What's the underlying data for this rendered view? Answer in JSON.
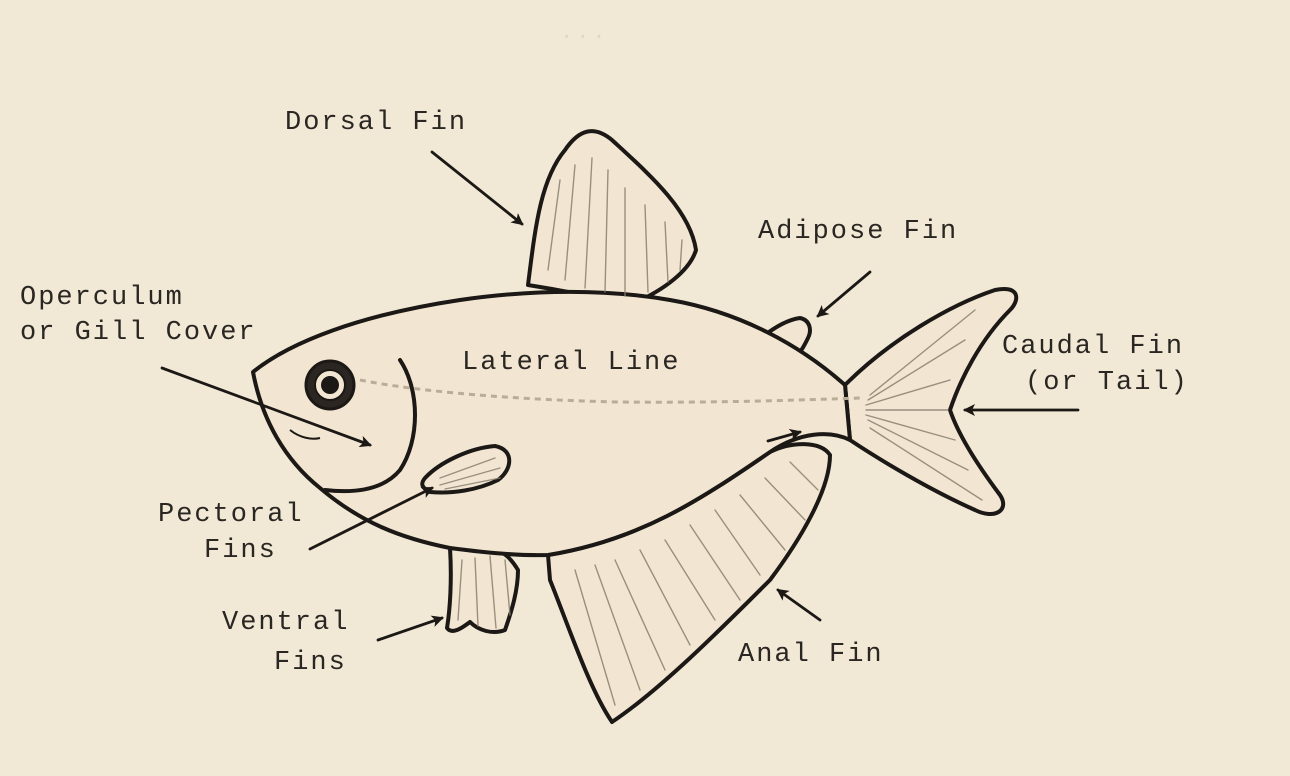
{
  "labels": {
    "dorsal": "Dorsal Fin",
    "adipose": "Adipose Fin",
    "operculum_1": "Operculum",
    "operculum_2": "or Gill Cover",
    "lateral": "Lateral Line",
    "caudal_1": "Caudal Fin",
    "caudal_2": "(or Tail)",
    "pectoral_1": "Pectoral",
    "pectoral_2": "Fins",
    "ventral_1": "Ventral",
    "ventral_2": "Fins",
    "anal": "Anal Fin"
  },
  "colors": {
    "paper": "#f1e9d6",
    "ink": "#1b1815",
    "fin_fill": "#f2e6d2"
  }
}
